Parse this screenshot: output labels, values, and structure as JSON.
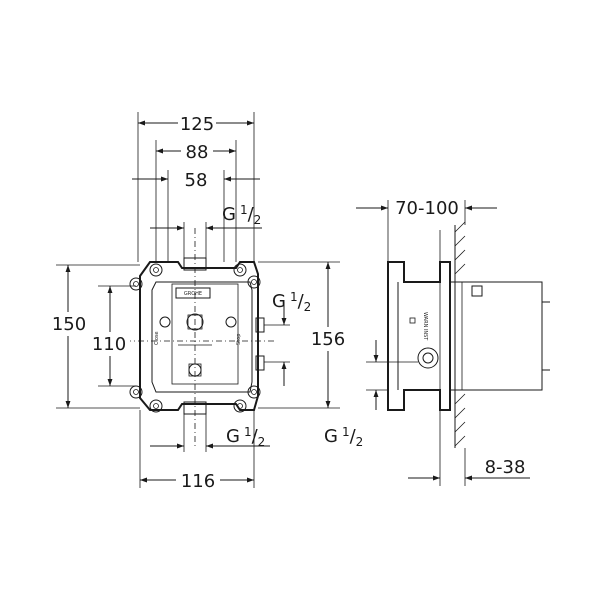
{
  "dimensions": {
    "width_125": "125",
    "width_88": "88",
    "width_58": "58",
    "height_150": "150",
    "height_110": "110",
    "height_156": "156",
    "width_116": "116",
    "depth_70_100": "70-100",
    "depth_8_38": "8-38"
  },
  "threads": {
    "prefix": "G",
    "numerator": "1",
    "slash": "/",
    "denominator": "2"
  },
  "body_labels": {
    "brand": "GROHE",
    "close": "Close",
    "stop": "Stop",
    "side_text": "WARN INST"
  }
}
